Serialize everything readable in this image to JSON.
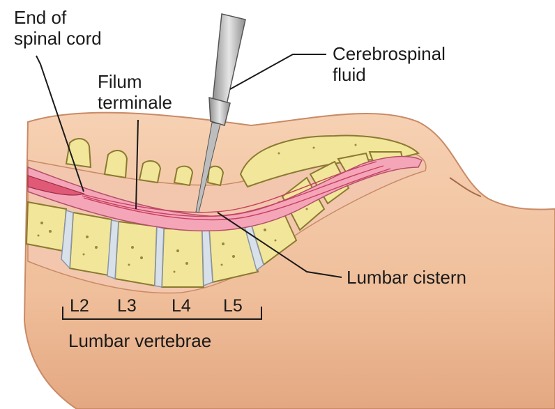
{
  "labels": {
    "end_of_spinal_cord_line1": "End of",
    "end_of_spinal_cord_line2": "spinal cord",
    "filum_line1": "Filum",
    "filum_line2": "terminale",
    "csf_line1": "Cerebrospinal",
    "csf_line2": "fluid",
    "lumbar_cistern": "Lumbar cistern",
    "lumbar_vertebrae": "Lumbar vertebrae"
  },
  "vertebrae": [
    "L2",
    "L3",
    "L4",
    "L5"
  ],
  "colors": {
    "skin": "#f1c29f",
    "skin_shadow": "#d99b74",
    "bone": "#f2e69a",
    "bone_edge": "#8a7a30",
    "disc": "#d8e0ea",
    "cord": "#e05a78",
    "dura": "#f4a6b8",
    "needle": "#b9b9b9",
    "leader_line": "#1a1a1a"
  }
}
